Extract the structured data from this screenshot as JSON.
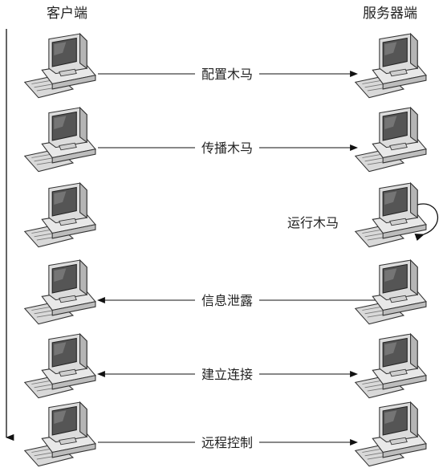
{
  "headers": {
    "client": "客户端",
    "server": "服务器端"
  },
  "steps": [
    {
      "label": "配置木马",
      "direction": "to-server"
    },
    {
      "label": "传播木马",
      "direction": "to-server"
    },
    {
      "label": "运行木马",
      "direction": "self-loop-server"
    },
    {
      "label": "信息泄露",
      "direction": "to-client"
    },
    {
      "label": "建立连接",
      "direction": "both"
    },
    {
      "label": "远程控制",
      "direction": "to-server"
    }
  ],
  "icons": {
    "client": "computer-icon",
    "server": "computer-icon"
  }
}
